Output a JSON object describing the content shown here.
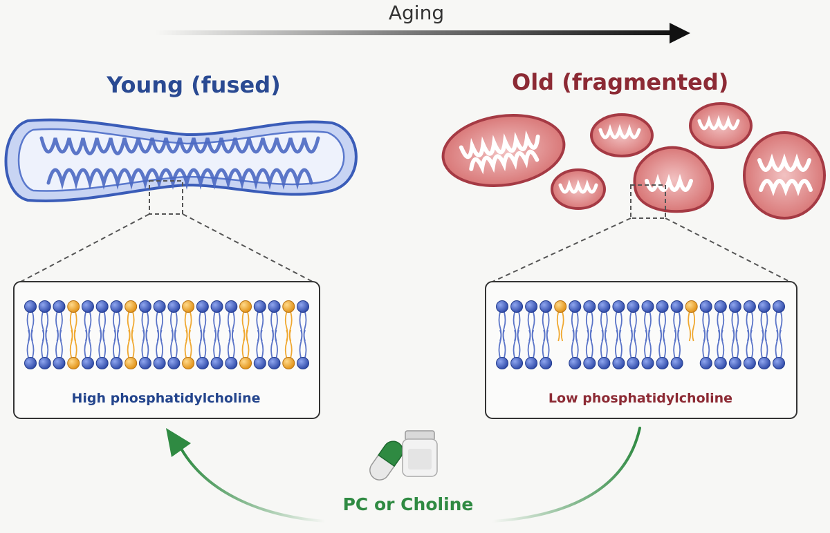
{
  "labels": {
    "aging": "Aging",
    "young": "Young (fused)",
    "old": "Old (fragmented)",
    "high_pc": "High phosphatidylcholine",
    "low_pc": "Low phosphatidylcholine",
    "treatment": "PC or Choline"
  },
  "colors": {
    "young": "#2a4a92",
    "old": "#8c2a34",
    "lipid_blue": "#3f5fc4",
    "lipid_pc": "#f1a52a",
    "treatment": "#2f8a42"
  },
  "membranes": {
    "young": {
      "heads": 20,
      "pc_positions": [
        3,
        7,
        11,
        15,
        18
      ],
      "gaps": []
    },
    "old": {
      "heads": 20,
      "pc_positions": [
        4,
        13
      ],
      "gaps": [
        4,
        13
      ]
    }
  },
  "icons": [
    "capsule-icon",
    "bottle-icon"
  ]
}
